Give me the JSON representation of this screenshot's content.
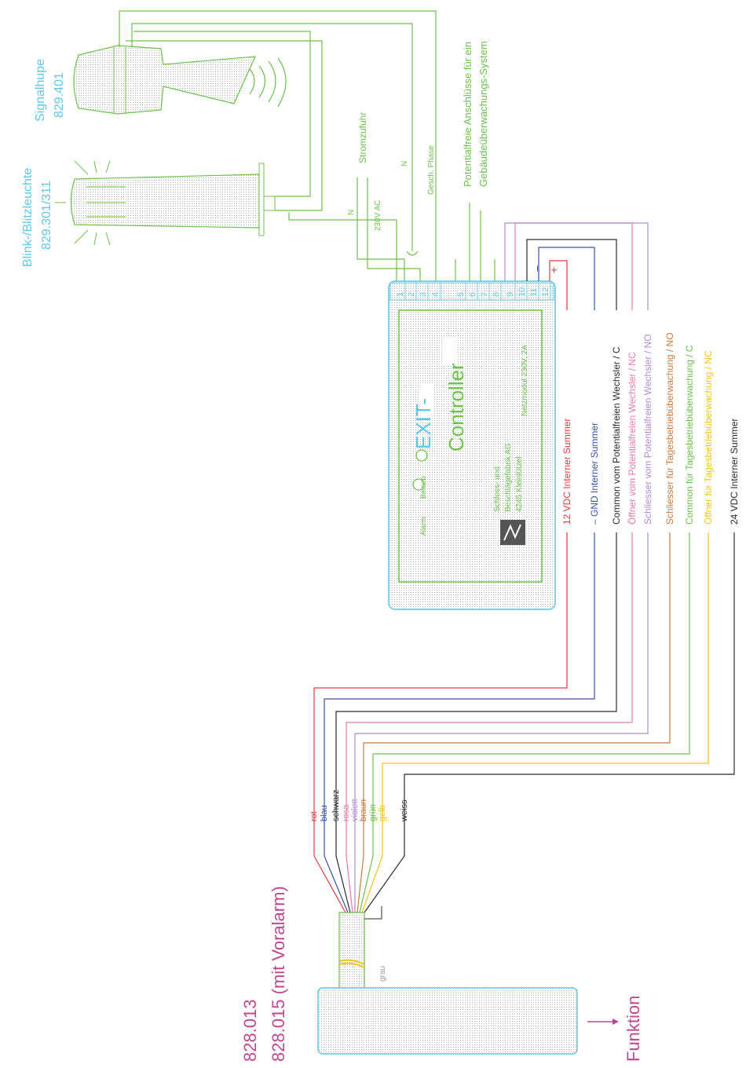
{
  "colors": {
    "red": "#e0393e",
    "blue": "#3a50a8",
    "black": "#2a2a2a",
    "pink": "#e77aa8",
    "violet": "#b18ad6",
    "brown": "#c87a3c",
    "green": "#6cc24a",
    "yellow": "#f2c318",
    "cyan": "#5fc8e6",
    "magenta": "#c0468e",
    "gray": "#9a9a9a"
  },
  "lamp": {
    "title": "Blink-/Blitzleuchte",
    "model": "829.301/311"
  },
  "horn": {
    "title": "Signalhupe",
    "model": "829.401"
  },
  "supply": {
    "label": "Stromzufuhr",
    "n_label": "N",
    "voltage": "230V AC",
    "n2_label": "N",
    "phase_label": "Gesch. Phase"
  },
  "potential_free": {
    "line1": "Potentialfreie Anschlüsse für ein",
    "line2": "Gebäudeüberwachungs-System"
  },
  "controller": {
    "title_exit": "EXIT-",
    "title_controller": "Controller",
    "alarm_label": "Alarm",
    "operation_label": "Betrieb",
    "company_line1": "Schloss- und",
    "company_line2": "Beschlägefabrik AG",
    "company_line3": "4245 Kleinlützel",
    "netzmodul": "Netzmodul 230V, 2A",
    "terminals": [
      "1",
      "2",
      "3",
      "4",
      "5",
      "6",
      "7",
      "8",
      "9",
      "10",
      "11",
      "12"
    ],
    "minus": "–",
    "plus": "+"
  },
  "functions": [
    {
      "text": "12 VDC Interner Summer",
      "color": "red"
    },
    {
      "text": "– GND Interner Summer",
      "color": "blue"
    },
    {
      "text": "Common vom Potentialfreien Wechsler / C",
      "color": "black"
    },
    {
      "text": "Öffner vom Potentialfreien Wechsler / NC",
      "color": "pink"
    },
    {
      "text": "Schliesser vom Potentialfreien Wechsler / NO",
      "color": "violet"
    },
    {
      "text": "Schliesser für Tagesbetriebüberwachung / NO",
      "color": "brown"
    },
    {
      "text": "Common für Tagesbetriebüberwachung / C",
      "color": "green"
    },
    {
      "text": "Öffner für Tagesbetriebüberwachung / NC",
      "color": "yellow"
    },
    {
      "text": "24 VDC Interner Summer",
      "color": "black"
    }
  ],
  "wires": [
    {
      "label": "rot",
      "color": "red"
    },
    {
      "label": "blau",
      "color": "blue"
    },
    {
      "label": "schwarz",
      "color": "black"
    },
    {
      "label": "rosa",
      "color": "pink"
    },
    {
      "label": "violett",
      "color": "violet"
    },
    {
      "label": "braun",
      "color": "brown"
    },
    {
      "label": "grün",
      "color": "green"
    },
    {
      "label": "gelb",
      "color": "yellow"
    },
    {
      "label": "weiss",
      "color": "black"
    }
  ],
  "cable_shield_label": "grau",
  "device": {
    "model1": "828.013",
    "model2": "828.015 (mit Voralarm)",
    "function_label": "Funktion"
  }
}
